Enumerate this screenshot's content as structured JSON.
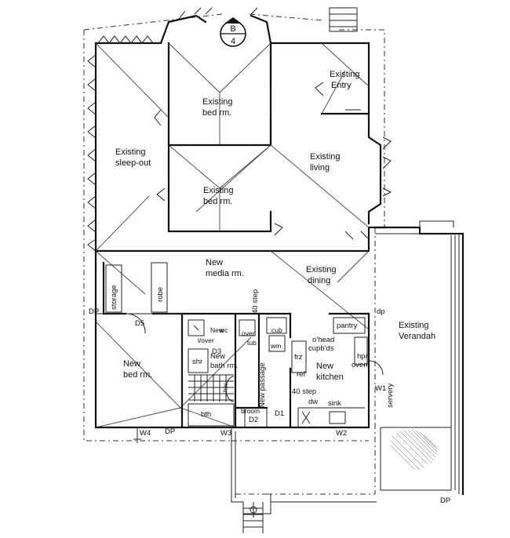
{
  "marker": {
    "top": "B",
    "bottom": "4"
  },
  "rooms": {
    "bed1": [
      "Existing",
      "bed rm."
    ],
    "entry": [
      "Existing",
      "Entry"
    ],
    "sleepout": [
      "Existing",
      "sleep-out"
    ],
    "living": [
      "Existing",
      "living"
    ],
    "bed2": [
      "Existing",
      "bed rm."
    ],
    "media": [
      "New",
      "media rm."
    ],
    "dining": [
      "Existing",
      "dining"
    ],
    "verandah": [
      "Existing",
      "Verandah"
    ],
    "newbed": [
      "New",
      "bed rm."
    ],
    "kitchen": [
      "New",
      "kitchen"
    ],
    "bath": [
      "New",
      "bath rm."
    ]
  },
  "fixtures": {
    "storage": "storage",
    "robe": "robe",
    "pantry": "pantry",
    "ohead": "o'head",
    "cupbds": "cupb'ds",
    "hp": "hp/",
    "oven": "oven",
    "frz": "frz",
    "refr": "ref",
    "sink": "sink",
    "dw": "dw",
    "shr": "shr",
    "bth": "bth",
    "broom": "broom",
    "wm": "wm",
    "cub": "cub",
    "tub": "tub",
    "over": "over",
    "wc": "wc",
    "lover": "l/over",
    "hwc": "hw",
    "newpassage": "New passage",
    "servery": "servery",
    "wc_new": "New"
  },
  "steps": {
    "step1": "40 step",
    "step2": "40 step"
  },
  "tags": {
    "dp_left": "DP",
    "dp_right": "dp",
    "dp_bottom": "DP",
    "dp_verandah": "DP",
    "d5": "D5",
    "d3": "D3",
    "d2": "D2",
    "d1": "D1",
    "w4": "W4",
    "w3": "W3",
    "w2": "W2",
    "w1": "W1"
  }
}
